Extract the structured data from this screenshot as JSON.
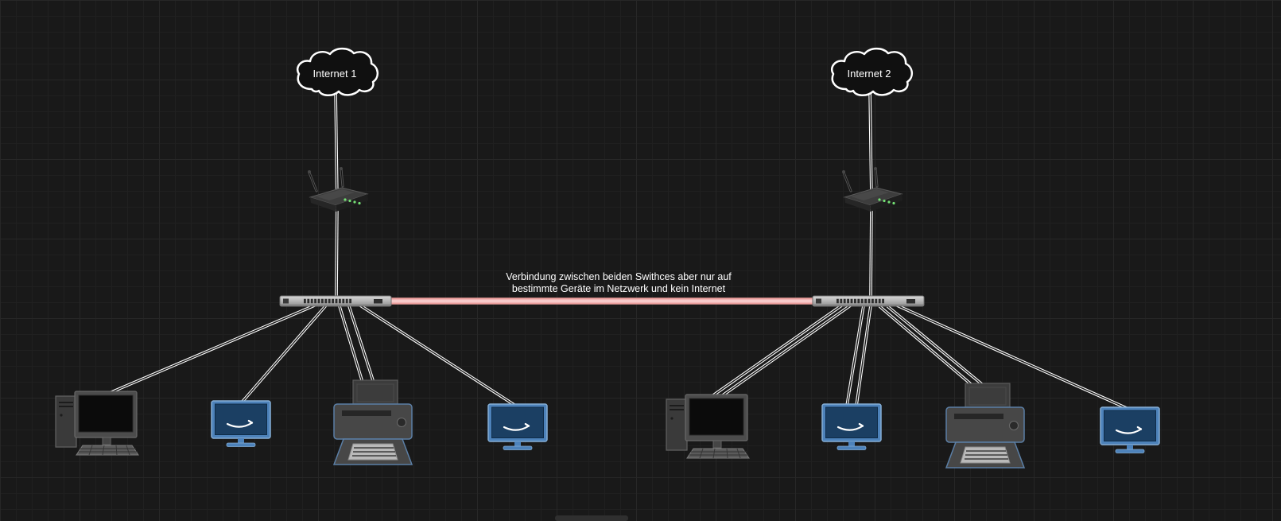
{
  "canvas": {
    "clouds": [
      {
        "id": "internet-cloud-1",
        "label": "Internet 1"
      },
      {
        "id": "internet-cloud-2",
        "label": "Internet 2"
      }
    ],
    "annotation": {
      "line1": "Verbindung zwischen beiden Swithces aber nur auf",
      "line2": "bestimmte Geräte im Netzwerk und kein Internet"
    },
    "nodes": [
      {
        "id": "internet-cloud-1",
        "type": "cloud"
      },
      {
        "id": "wireless-router-1",
        "type": "wireless-router"
      },
      {
        "id": "switch-1",
        "type": "network-switch"
      },
      {
        "id": "pc-1",
        "type": "desktop-pc"
      },
      {
        "id": "smart-tv-1",
        "type": "smart-tv"
      },
      {
        "id": "printer-1",
        "type": "printer"
      },
      {
        "id": "smart-tv-2",
        "type": "smart-tv"
      },
      {
        "id": "internet-cloud-2",
        "type": "cloud"
      },
      {
        "id": "wireless-router-2",
        "type": "wireless-router"
      },
      {
        "id": "switch-2",
        "type": "network-switch"
      },
      {
        "id": "pc-2",
        "type": "desktop-pc"
      },
      {
        "id": "smart-tv-3",
        "type": "smart-tv"
      },
      {
        "id": "printer-2",
        "type": "printer"
      },
      {
        "id": "smart-tv-4",
        "type": "smart-tv"
      }
    ],
    "colors": {
      "background": "#191919",
      "grid_minor": "#202020",
      "grid_major": "#272727",
      "cable": "#ffffff",
      "restricted_link": "#ec9f9d",
      "text": "#ffffff",
      "tv_frame": "#4d82ba",
      "tv_screen": "#1b3f63",
      "led": "#74e074",
      "switch_body": "#b5b5b5",
      "printer_outline": "#5b7fa6"
    }
  }
}
